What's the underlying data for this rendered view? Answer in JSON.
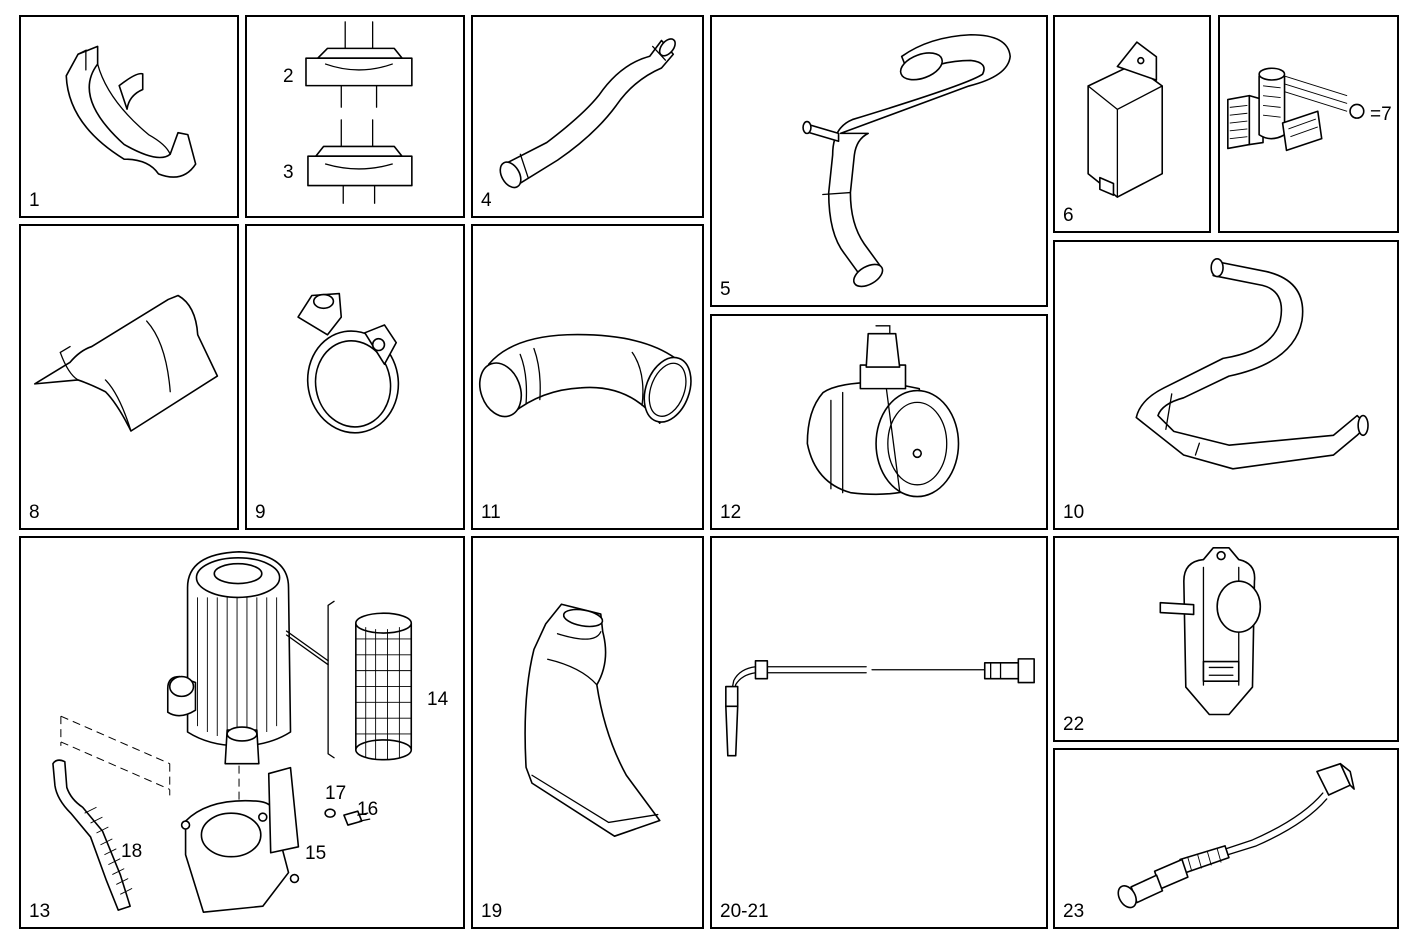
{
  "diagram": {
    "panels": [
      {
        "id": "p1",
        "label": "1"
      },
      {
        "id": "p2-3",
        "labels": [
          "2",
          "3"
        ]
      },
      {
        "id": "p4",
        "label": "4"
      },
      {
        "id": "p5",
        "label": "5"
      },
      {
        "id": "p6",
        "label": "6"
      },
      {
        "id": "p7",
        "label": "=7"
      },
      {
        "id": "p8",
        "label": "8"
      },
      {
        "id": "p9",
        "label": "9"
      },
      {
        "id": "p11",
        "label": "11"
      },
      {
        "id": "p12",
        "label": "12"
      },
      {
        "id": "p10",
        "label": "10"
      },
      {
        "id": "p13",
        "labels": [
          "13",
          "14",
          "15",
          "16",
          "17",
          "18"
        ]
      },
      {
        "id": "p19",
        "label": "19"
      },
      {
        "id": "p20-21",
        "label": "20-21"
      },
      {
        "id": "p22",
        "label": "22"
      },
      {
        "id": "p23",
        "label": "23"
      }
    ],
    "stroke_color": "#000000",
    "background_color": "#ffffff"
  }
}
